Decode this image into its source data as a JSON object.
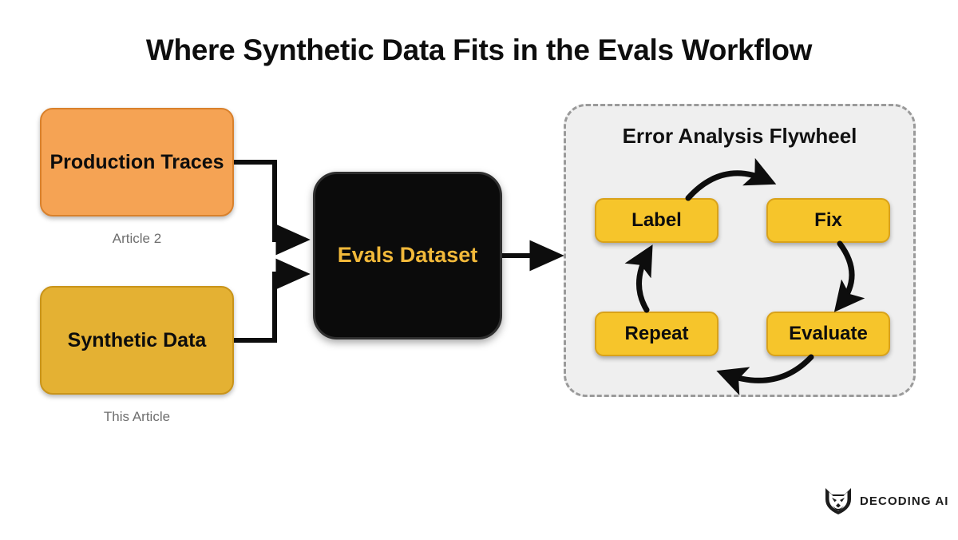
{
  "title": "Where Synthetic Data Fits in the Evals Workflow",
  "sources": [
    {
      "label": "Production Traces",
      "caption": "Article 2",
      "fill": "#F5A354",
      "stroke": "#D9812C"
    },
    {
      "label": "Synthetic Data",
      "caption": "This Article",
      "fill": "#E4B133",
      "stroke": "#C9941A"
    }
  ],
  "center": {
    "label": "Evals Dataset",
    "fill": "#0B0B0B",
    "text_color": "#F2B93A"
  },
  "flywheel": {
    "title": "Error Analysis Flywheel",
    "panel_fill": "#EFEFEF",
    "panel_border": "#9A9A9A",
    "node_fill": "#F6C52B",
    "node_stroke": "#D9A21A",
    "nodes": [
      {
        "label": "Label"
      },
      {
        "label": "Fix"
      },
      {
        "label": "Evaluate"
      },
      {
        "label": "Repeat"
      }
    ],
    "cycle_order": [
      "Label",
      "Fix",
      "Evaluate",
      "Repeat",
      "Label"
    ]
  },
  "connections": [
    {
      "from": "Production Traces",
      "to": "Evals Dataset"
    },
    {
      "from": "Synthetic Data",
      "to": "Evals Dataset"
    },
    {
      "from": "Evals Dataset",
      "to": "Error Analysis Flywheel"
    }
  ],
  "brand": {
    "name": "DECODING AI",
    "icon": "fox-head-icon"
  }
}
